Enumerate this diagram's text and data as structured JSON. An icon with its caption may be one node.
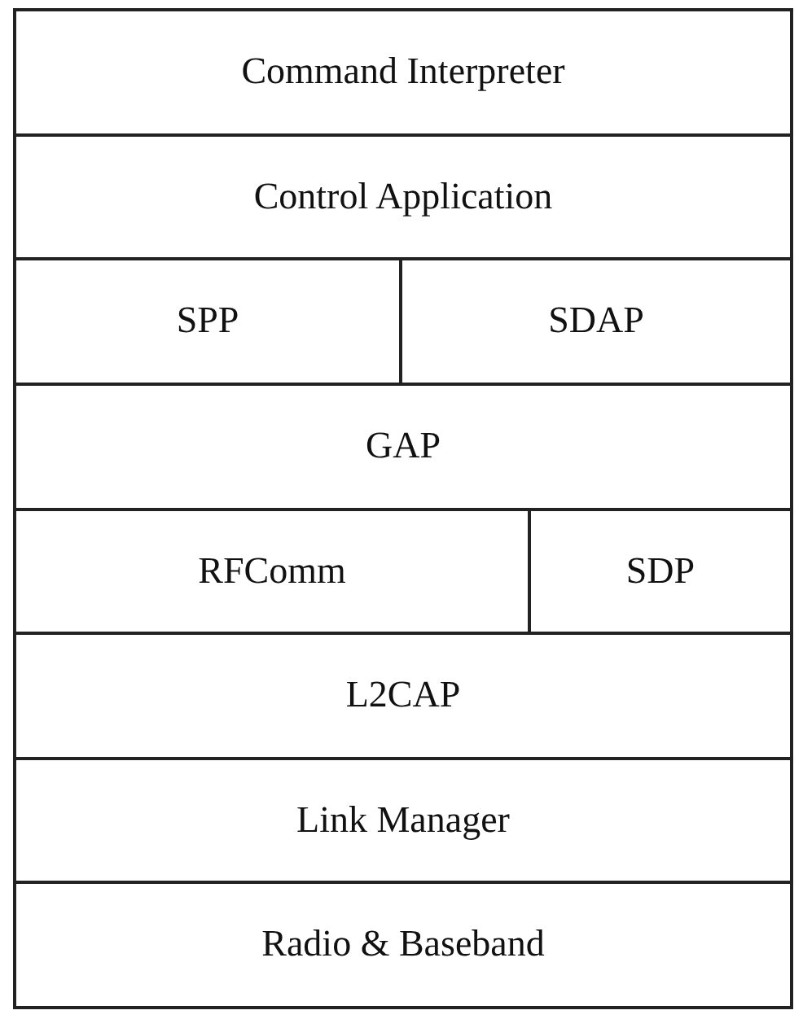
{
  "diagram": {
    "nodes": [
      {
        "text": [
          "Command Interpreter"
        ]
      },
      {
        "text": [
          "Control Application"
        ]
      },
      {
        "text": [
          "SPP"
        ]
      },
      {
        "text": [
          "SDAP"
        ]
      },
      {
        "text": [
          "GAP"
        ]
      },
      {
        "text": [
          "RFComm"
        ]
      },
      {
        "text": [
          "SDP"
        ]
      },
      {
        "text": [
          "L2CAP"
        ]
      },
      {
        "text": [
          "Link Manager"
        ]
      },
      {
        "text": [
          "Radio & Baseband"
        ]
      }
    ]
  }
}
